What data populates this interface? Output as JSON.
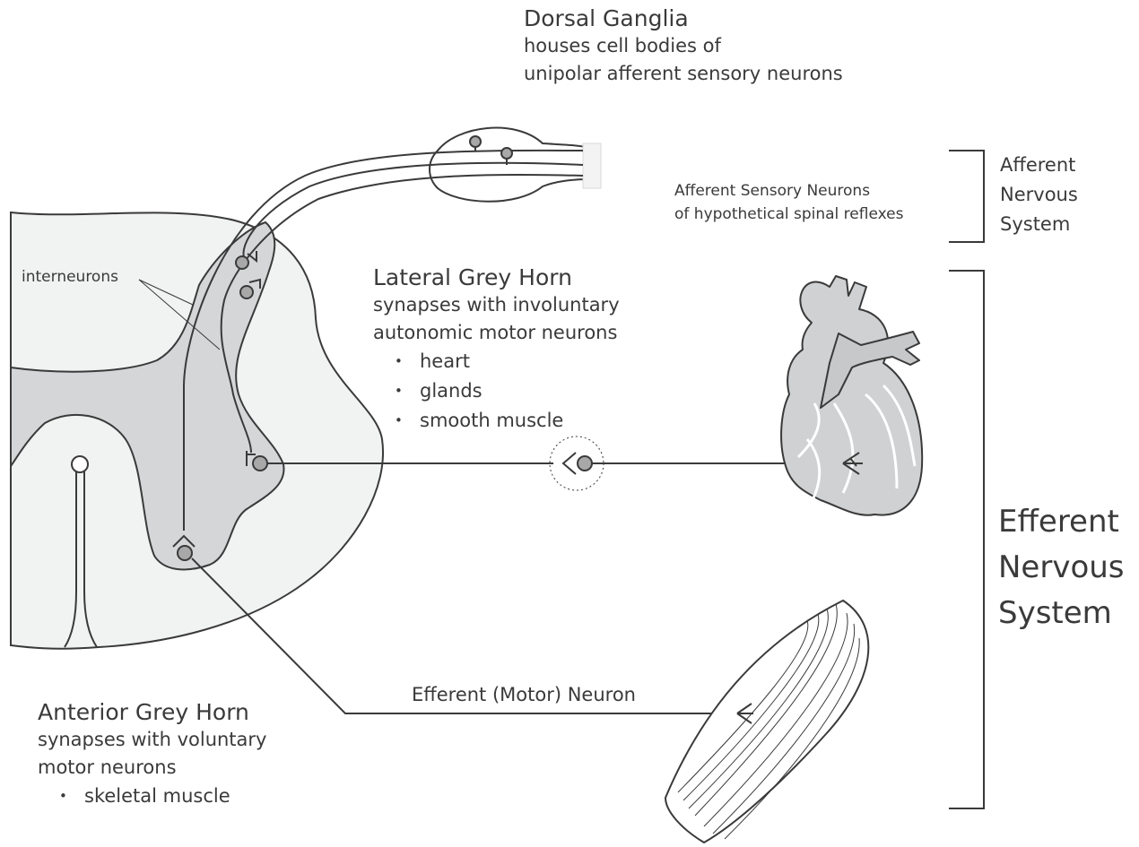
{
  "dorsal_ganglia": {
    "title": "Dorsal Ganglia",
    "lines": [
      "houses cell bodies of",
      "unipolar afferent sensory neurons"
    ]
  },
  "afferent_sensory": {
    "lines": [
      "Afferent Sensory Neurons",
      "of hypothetical spinal reflexes"
    ]
  },
  "afferent_system": {
    "lines": [
      "Afferent",
      "Nervous",
      "System"
    ]
  },
  "efferent_system": {
    "lines": [
      "Efferent",
      "Nervous",
      "System"
    ]
  },
  "interneurons_label": "interneurons",
  "lateral_horn": {
    "title": "Lateral Grey Horn",
    "lines": [
      "synapses with involuntary",
      "autonomic motor neurons"
    ],
    "bullets": [
      "heart",
      "glands",
      "smooth muscle"
    ]
  },
  "anterior_horn": {
    "title": "Anterior Grey Horn",
    "lines": [
      "synapses with voluntary",
      "motor neurons"
    ],
    "bullets": [
      "skeletal muscle"
    ]
  },
  "efferent_neuron_label": "Efferent (Motor) Neuron",
  "colors": {
    "line": "#3a3a3a",
    "white_matter": "#f1f2f2",
    "grey_matter": "#d4d6d8",
    "cell_body": "#a8a8a8",
    "heart": "#cfd1d3"
  }
}
